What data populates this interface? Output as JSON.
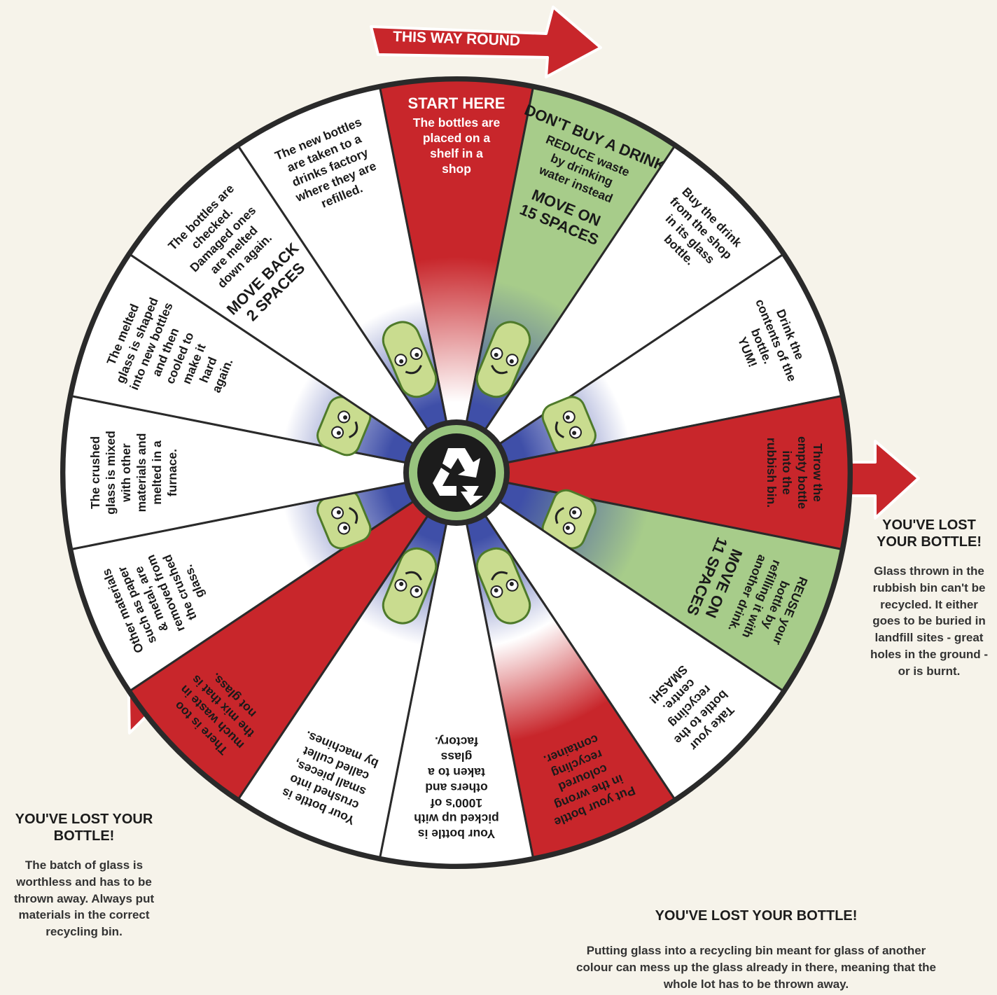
{
  "direction_label": "THIS WAY ROUND",
  "colors": {
    "red": "#c8262b",
    "green": "#a7cc8a",
    "blue": "#3f4fa8",
    "white": "#ffffff",
    "rim": "#2a2a2a",
    "hub_ring": "#98c47e",
    "background": "#f6f3ea"
  },
  "segments": [
    {
      "id": "start",
      "color": "red",
      "heading": "START HERE",
      "text": [
        "The bottles are",
        "placed on a",
        "shelf in a",
        "shop"
      ],
      "move": [],
      "character": "none"
    },
    {
      "id": "dont-buy",
      "color": "green",
      "heading": "DON'T BUY A DRINK",
      "text": [
        "REDUCE waste",
        "by drinking",
        "water instead"
      ],
      "move": [
        "MOVE ON",
        "15 SPACES"
      ],
      "character": "bottle"
    },
    {
      "id": "buy",
      "color": "white",
      "heading": "",
      "text": [
        "Buy the drink",
        "from the shop",
        "in its glass",
        "bottle."
      ],
      "move": [],
      "character": "none"
    },
    {
      "id": "drink",
      "color": "white",
      "heading": "",
      "text": [
        "Drink the",
        "contents of the",
        "bottle.",
        "YUM!"
      ],
      "move": [],
      "character": "jar"
    },
    {
      "id": "rubbish",
      "color": "red",
      "heading": "",
      "text": [
        "Throw the",
        "empty bottle",
        "into the",
        "rubbish bin."
      ],
      "move": [],
      "character": "none"
    },
    {
      "id": "reuse",
      "color": "green",
      "heading": "",
      "text": [
        "REUSE your",
        "bottle by",
        "refilling it with",
        "another drink."
      ],
      "move": [
        "MOVE ON",
        "11 SPACES"
      ],
      "character": "jar"
    },
    {
      "id": "recycling-centre",
      "color": "white",
      "heading": "",
      "text": [
        "Take your",
        "bottle to the",
        "recycling",
        "centre.",
        "SMASH!"
      ],
      "move": [],
      "character": "none"
    },
    {
      "id": "wrong-colour",
      "color": "red",
      "heading": "",
      "text": [
        "Put your bottle",
        "in the wrong",
        "coloured",
        "recycling",
        "container."
      ],
      "move": [],
      "character": "bottle"
    },
    {
      "id": "picked-up",
      "color": "white",
      "heading": "",
      "text": [
        "Your bottle is",
        "picked up with",
        "1000's of",
        "others and",
        "taken to a",
        "glass",
        "factory."
      ],
      "move": [],
      "character": "none"
    },
    {
      "id": "crushed",
      "color": "white",
      "heading": "",
      "text": [
        "Your bottle is",
        "crushed into",
        "small pieces,",
        "called cullet",
        "by machines."
      ],
      "move": [],
      "character": "bottle"
    },
    {
      "id": "too-much-waste",
      "color": "red",
      "heading": "",
      "text": [
        "There is too",
        "much waste in",
        "the mix that is",
        "not glass."
      ],
      "move": [],
      "character": "none"
    },
    {
      "id": "removed",
      "color": "white",
      "heading": "",
      "text": [
        "Other materials",
        "such as paper",
        "& metal, are",
        "removed from",
        "the crushed",
        "glass."
      ],
      "move": [],
      "character": "jar"
    },
    {
      "id": "furnace",
      "color": "white",
      "heading": "",
      "text": [
        "The crushed",
        "glass is mixed",
        "with other",
        "materials and",
        "melted in a",
        "furnace."
      ],
      "move": [],
      "character": "none"
    },
    {
      "id": "shaped",
      "color": "white",
      "heading": "",
      "text": [
        "The melted",
        "glass is shaped",
        "into new bottles",
        "and then",
        "cooled to",
        "make it",
        "hard",
        "again."
      ],
      "move": [],
      "character": "jar"
    },
    {
      "id": "checked",
      "color": "white",
      "heading": "",
      "text": [
        "The bottles are",
        "checked.",
        "Damaged ones",
        "are melted",
        "down again."
      ],
      "move": [
        "MOVE BACK",
        "2 SPACES"
      ],
      "character": "none"
    },
    {
      "id": "drinks-factory",
      "color": "white",
      "heading": "",
      "text": [
        "The new bottles",
        "are taken to a",
        "drinks factory",
        "where they are",
        "refilled."
      ],
      "move": [],
      "character": "bottle"
    }
  ],
  "notes": {
    "right": {
      "heading": "YOU'VE LOST YOUR BOTTLE!",
      "text": "Glass thrown in the rubbish bin can't be recycled. It either goes to be buried in landfill sites - great holes in the ground - or is burnt."
    },
    "bottom": {
      "heading": "YOU'VE LOST YOUR BOTTLE!",
      "text": "Putting glass into a recycling bin meant for glass of another colour can mess up the glass already in there, meaning that the whole lot has to be thrown away."
    },
    "left": {
      "heading": "YOU'VE LOST YOUR BOTTLE!",
      "text": "The batch of glass is worthless and has to be thrown away. Always put materials in the correct recycling bin."
    }
  }
}
